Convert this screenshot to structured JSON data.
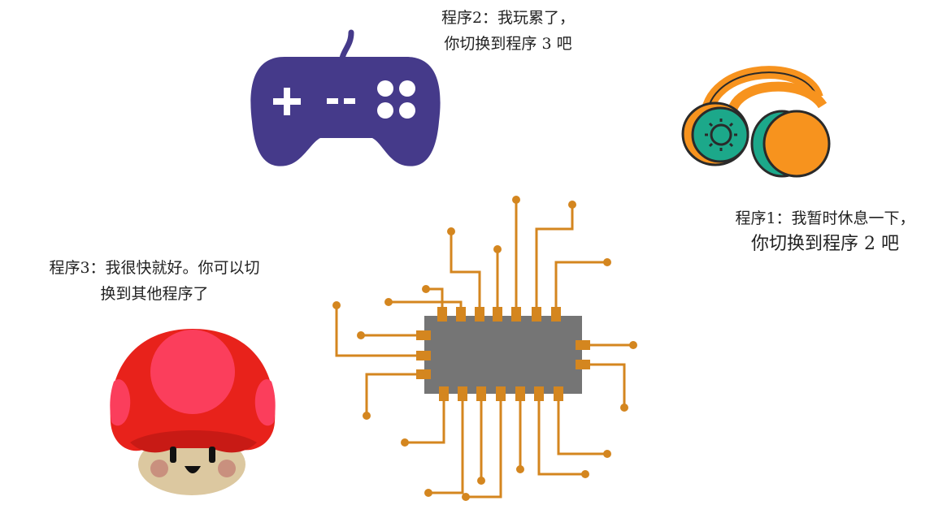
{
  "program2": {
    "line1": "程序2：我玩累了，",
    "line2": "你切换到程序 3 吧",
    "icon": "gamepad-icon"
  },
  "program1": {
    "line1": "程序1：我暂时休息一下，",
    "line2": "你切换到程序 2 吧",
    "icon": "headphones-icon"
  },
  "program3": {
    "line1": "程序3：我很快就好。你可以切",
    "line2": "换到其他程序了",
    "icon": "mushroom-icon"
  },
  "center": {
    "icon": "cpu-chip-icon"
  },
  "colors": {
    "gamepad": "#453a8a",
    "headphone_orange": "#f7931e",
    "headphone_teal": "#1ca88a",
    "chip_body": "#757575",
    "chip_trace": "#d4861f",
    "mushroom_red": "#e8221b",
    "mushroom_spot": "#fb3e5c"
  }
}
